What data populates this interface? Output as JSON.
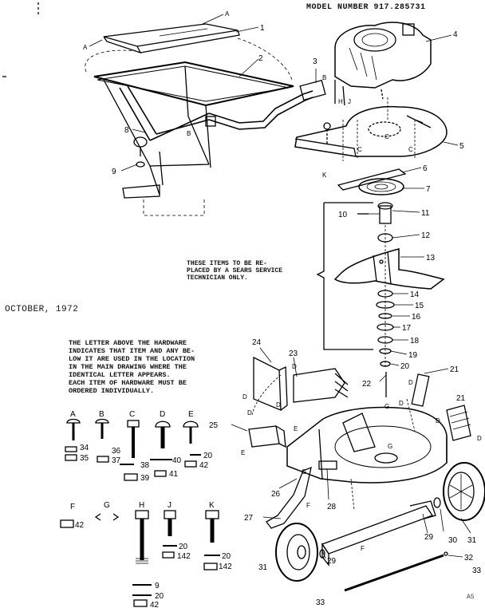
{
  "header": {
    "model": "MODEL NUMBER 917.285731"
  },
  "date": "OCTOBER, 1972",
  "note_service": "THESE ITEMS TO BE RE-\nPLACED BY A SEARS SERVICE\nTECHNICIAN ONLY.",
  "note_hardware": "THE LETTER ABOVE THE HARDWARE\nINDICATES THAT ITEM AND ANY BE-\nLOW IT ARE USED IN THE LOCATION\nIN THE MAIN DRAWING WHERE THE\nIDENTICAL LETTER APPEARS.\nEACH ITEM OF HARDWARE MUST BE\nORDERED INDIVIDUALLY.",
  "footer": "A5",
  "part_numbers": [
    "1",
    "2",
    "3",
    "4",
    "5",
    "6",
    "7",
    "8",
    "9",
    "10",
    "11",
    "12",
    "13",
    "14",
    "15",
    "16",
    "17",
    "18",
    "19",
    "20",
    "21",
    "21",
    "22",
    "23",
    "24",
    "25",
    "26",
    "27",
    "28",
    "29",
    "29",
    "30",
    "31",
    "31",
    "32",
    "33",
    "33"
  ],
  "hardware_letters": [
    "A",
    "B",
    "C",
    "D",
    "E",
    "F",
    "G",
    "H",
    "J",
    "K"
  ],
  "hardware_items": {
    "A": [
      "34",
      "35"
    ],
    "B": [
      "36",
      "37"
    ],
    "C": [
      "38",
      "39"
    ],
    "D": [
      "40",
      "41"
    ],
    "E": [
      "20",
      "42"
    ],
    "F": [
      "42"
    ],
    "H": [
      "9",
      "20",
      "42"
    ],
    "J": [
      "20",
      "142"
    ],
    "K": [
      "20",
      "142"
    ]
  },
  "location_letters": [
    "A",
    "A",
    "B",
    "B",
    "C",
    "C",
    "C",
    "D",
    "D",
    "D",
    "D",
    "D",
    "D",
    "D",
    "D",
    "E",
    "E",
    "F",
    "F",
    "G",
    "G",
    "G",
    "H",
    "J",
    "K"
  ]
}
